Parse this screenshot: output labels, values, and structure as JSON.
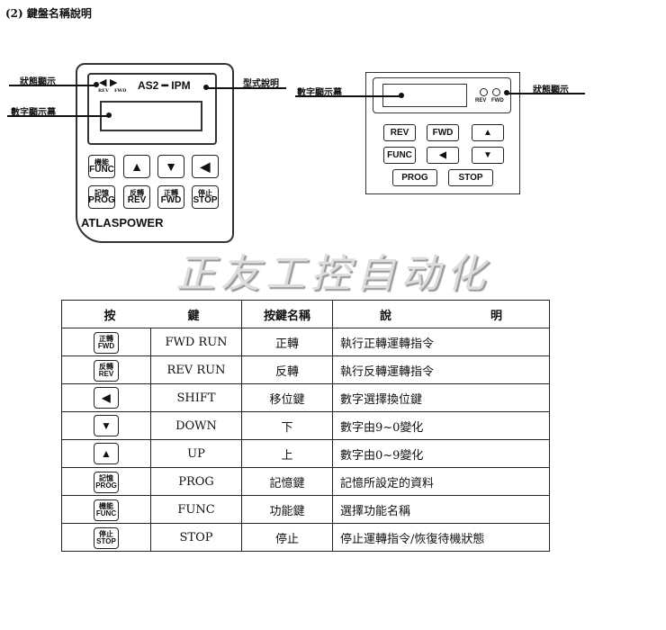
{
  "title": "(2) 鍵盤名稱說明",
  "left_pad": {
    "status_label": "狀態顯示",
    "model_label": "型式說明",
    "display_label": "數字顯示幕",
    "rev": "REV",
    "fwd": "FWD",
    "model": "AS2 ━ IPM",
    "brand": "ATLASPOWER",
    "keys": [
      {
        "zh": "機能",
        "en": "FUNC"
      },
      {
        "en": "▲"
      },
      {
        "en": "▼"
      },
      {
        "en": "◀"
      },
      {
        "zh": "記憶",
        "en": "PROG"
      },
      {
        "zh": "反轉",
        "en": "REV"
      },
      {
        "zh": "正轉",
        "en": "FWD"
      },
      {
        "zh": "停止",
        "en": "STOP"
      }
    ]
  },
  "right_pad": {
    "display_label": "數字顯示幕",
    "status_label": "狀態顯示",
    "rev": "REV",
    "fwd": "FWD",
    "keys": [
      "REV",
      "FWD",
      "▲",
      "FUNC",
      "◀",
      "▼",
      "PROG",
      "STOP"
    ]
  },
  "watermark": "正友工控自动化",
  "table": {
    "headers": [
      "按",
      "鍵",
      "按鍵名稱",
      "說",
      "明"
    ],
    "rows": [
      {
        "kzh": "正轉",
        "ken": "FWD",
        "name": "FWD RUN",
        "cn": "正轉",
        "desc": "執行正轉運轉指令"
      },
      {
        "kzh": "反轉",
        "ken": "REV",
        "name": "REV RUN",
        "cn": "反轉",
        "desc": "執行反轉運轉指令"
      },
      {
        "kzh": "",
        "ken": "◀",
        "name": "SHIFT",
        "cn": "移位鍵",
        "desc": "數字選擇換位鍵"
      },
      {
        "kzh": "",
        "ken": "▼",
        "name": "DOWN",
        "cn": "下",
        "desc": "數字由9~0變化"
      },
      {
        "kzh": "",
        "ken": "▲",
        "name": "UP",
        "cn": "上",
        "desc": "數字由0~9變化"
      },
      {
        "kzh": "記憶",
        "ken": "PROG",
        "name": "PROG",
        "cn": "記憶鍵",
        "desc": "記憶所設定的資料"
      },
      {
        "kzh": "機能",
        "ken": "FUNC",
        "name": "FUNC",
        "cn": "功能鍵",
        "desc": "選擇功能名稱"
      },
      {
        "kzh": "停止",
        "ken": "STOP",
        "name": "STOP",
        "cn": "停止",
        "desc": "停止運轉指令/恢復待機狀態"
      }
    ]
  }
}
